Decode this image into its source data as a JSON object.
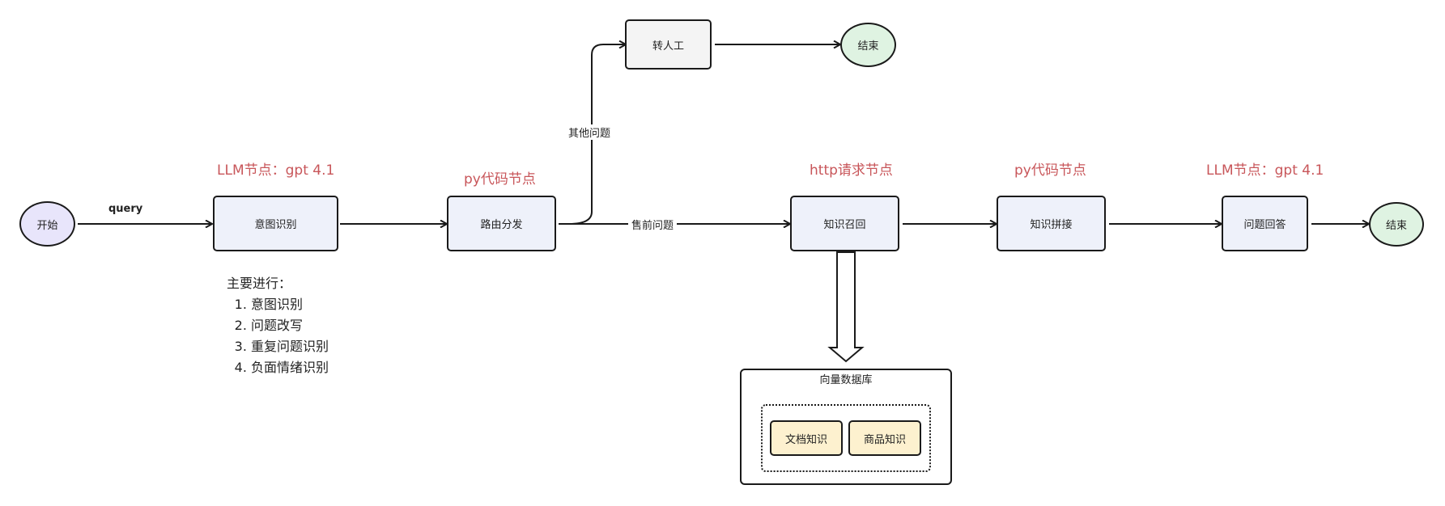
{
  "colors": {
    "start_fill": "#e8e5fb",
    "end_fill": "#dff3e2",
    "process_fill": "#eef1fa",
    "human_fill": "#f4f4f4",
    "kb_fill": "#fdf1cf",
    "annotation": "#c8565a",
    "stroke": "#1a1a1a"
  },
  "nodes": {
    "start": "开始",
    "intent": "意图识别",
    "router": "路由分发",
    "human": "转人工",
    "end_top": "结束",
    "recall": "知识召回",
    "concat": "知识拼接",
    "answer": "问题回答",
    "end_main": "结束"
  },
  "edge_labels": {
    "query": "query",
    "other": "其他问题",
    "presale": "售前问题"
  },
  "annotations": {
    "intent": "LLM节点：gpt 4.1",
    "router": "py代码节点",
    "recall": "http请求节点",
    "concat": "py代码节点",
    "answer": "LLM节点：gpt 4.1"
  },
  "notes": {
    "title": "主要进行：",
    "items": [
      "意图识别",
      "问题改写",
      "重复问题识别",
      "负面情绪识别"
    ]
  },
  "vector_db": {
    "title": "向量数据库",
    "items": [
      "文档知识",
      "商品知识"
    ]
  }
}
